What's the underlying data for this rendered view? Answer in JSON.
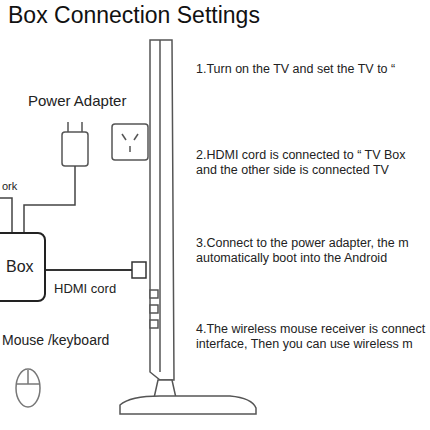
{
  "diagram": {
    "title": "Box Connection Settings",
    "nodes": [
      {
        "text": [
          "Box"
        ]
      }
    ],
    "labels": [
      "Power Adapter",
      "ork",
      "HDMI cord",
      "Mouse /keyboard",
      "1.Turn on the TV and set the TV to “",
      "2.HDMI cord is connected to “ TV Box and the other side is connected TV",
      "3.Connect to the power adapter, the m automatically boot into the Android",
      "4.The wireless mouse receiver is connect interface, Then you can use wireless m"
    ]
  }
}
